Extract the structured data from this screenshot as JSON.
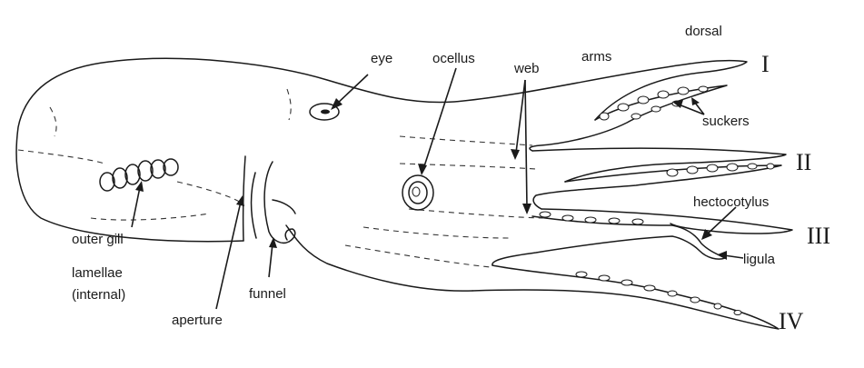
{
  "labels": {
    "dorsal": "dorsal",
    "arms": "arms",
    "eye": "eye",
    "ocellus": "ocellus",
    "web": "web",
    "suckers": "suckers",
    "hectocotylus": "hectocotylus",
    "ligula": "ligula",
    "outer_gill_line1": "outer gill",
    "outer_gill_line2": "lamellae",
    "outer_gill_line3": "(internal)",
    "funnel": "funnel",
    "aperture": "aperture"
  },
  "arm_numbers": {
    "arm1": "I",
    "arm2": "II",
    "arm3": "III",
    "arm4": "IV"
  }
}
